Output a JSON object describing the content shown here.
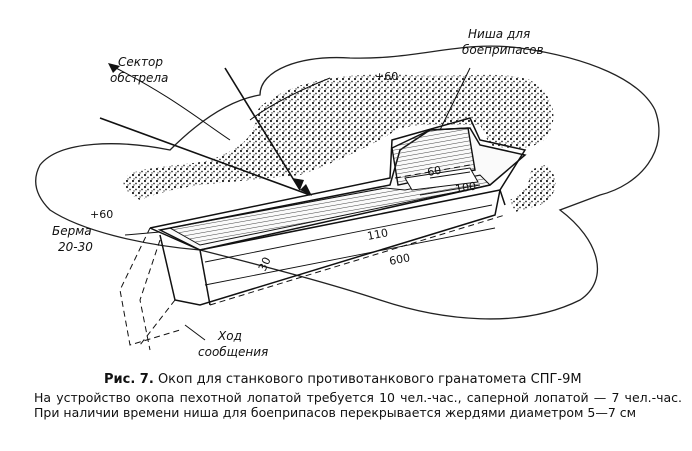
{
  "labels": {
    "sector_line1": "Сектор",
    "sector_line2": "обстрела",
    "niche_line1": "Ниша для",
    "niche_line2": "боеприпасов",
    "parapet_top": "+60",
    "parapet_left": "+60",
    "berm_line1": "Берма",
    "berm_line2": "20-30",
    "passage_line1": "Ход",
    "passage_line2": "сообщения"
  },
  "dimensions": {
    "d60": "60",
    "d100": "100",
    "d110": "110",
    "d30": "30",
    "d600": "600"
  },
  "caption": {
    "fig_label": "Рис. 7.",
    "fig_title": "Окоп для станкового противотанкового гранатомета СПГ-9М",
    "body": "На устройство окопа пехотной лопатой требуется 10 чел.-час., саперной лопатой — 7 чел.-час. При наличии времени ниша для боеприпасов перекрывается жердями диаметром 5—7 см"
  }
}
